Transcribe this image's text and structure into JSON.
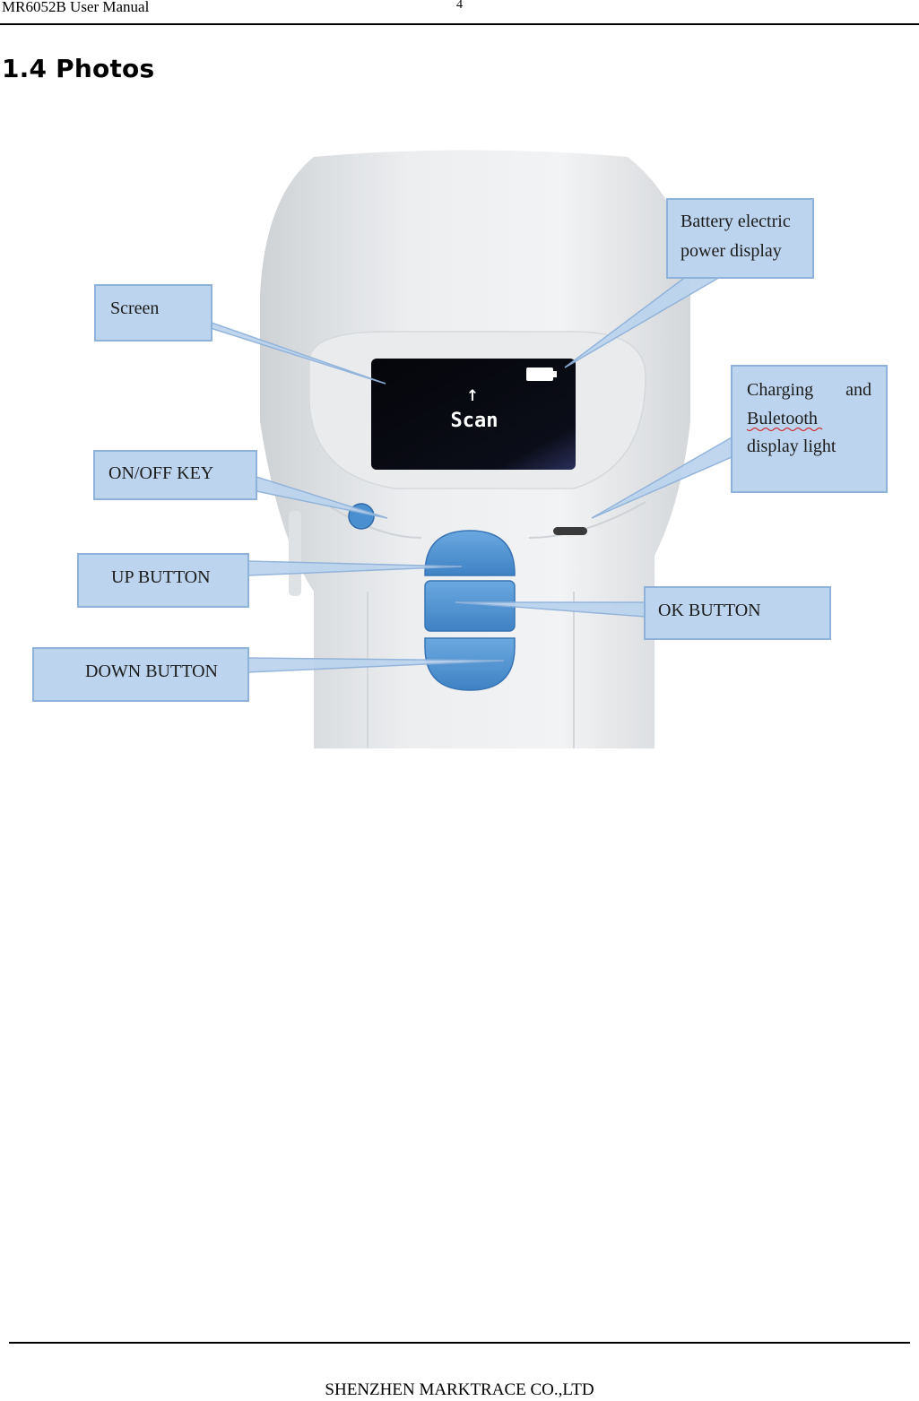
{
  "header": {
    "doc_title": "MR6052B User Manual",
    "page_number": "4"
  },
  "section": {
    "title": "1.4 Photos"
  },
  "device_screen": {
    "arrow": "↑",
    "text": "Scan"
  },
  "callouts": {
    "screen": "Screen",
    "battery": [
      "Battery electric",
      "power display"
    ],
    "charging": [
      "Charging",
      "and",
      "Buletooth",
      "display light"
    ],
    "onoff": "ON/OFF KEY",
    "up": "UP BUTTON",
    "ok": "OK BUTTON",
    "down": "DOWN BUTTON"
  },
  "colors": {
    "callout_fill": "#bcd4ee",
    "callout_stroke": "#8fb2da",
    "button_blue": "#4a90d0",
    "device_body": "#e6e8ea"
  },
  "footer": {
    "company": "SHENZHEN MARKTRACE CO.,LTD"
  }
}
